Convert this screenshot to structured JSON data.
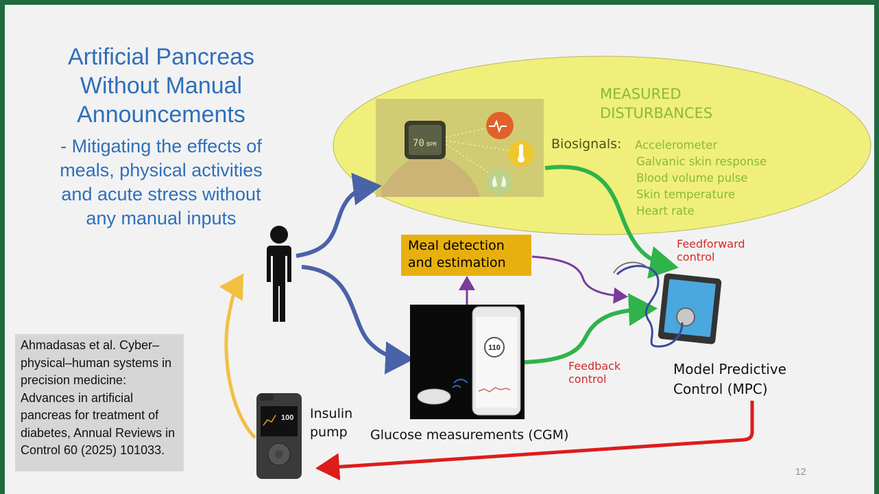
{
  "slide": {
    "title_lines": [
      "Artificial Pancreas",
      "Without Manual",
      "Announcements"
    ],
    "subtitle_lines": [
      "- Mitigating the effects of",
      "meals, physical activities",
      "and acute stress  without",
      "any manual inputs"
    ],
    "citation": "Ahmadasas et al. Cyber–physical–human systems in precision medicine: Advances in artificial pancreas for treatment of diabetes, Annual Reviews in Control 60 (2025) 101033.",
    "page_number": "12"
  },
  "diagram": {
    "measured_disturbances": [
      "MEASURED",
      "DISTURBANCES"
    ],
    "biosignals_label": "Biosignals:",
    "biosignals": [
      "Accelerometer",
      "Galvanic skin response",
      "Blood volume pulse",
      "Skin temperature",
      "Heart rate"
    ],
    "meal_box": [
      "Meal detection",
      "and estimation"
    ],
    "feedforward": [
      "Feedforward",
      "control"
    ],
    "feedback": [
      "Feedback",
      "control"
    ],
    "mpc": [
      "Model Predictive",
      "Control (MPC)"
    ],
    "cgm": "Glucose measurements (CGM)",
    "insulin_pump": [
      "Insulin",
      "pump"
    ],
    "watch_display": [
      "70",
      "BPM"
    ],
    "cgm_reading": "110",
    "pump_display": "100",
    "colors": {
      "ellipse": "#f0ef7c",
      "blue_arrow": "#4a62a8",
      "green_arrow": "#2fb34a",
      "purple_arrow": "#7a3c9a",
      "red_arrow": "#dd1c1c",
      "yellow_arrow": "#f0c040",
      "title_blue": "#2f6fba",
      "meal_box": "#e8b00e"
    }
  }
}
